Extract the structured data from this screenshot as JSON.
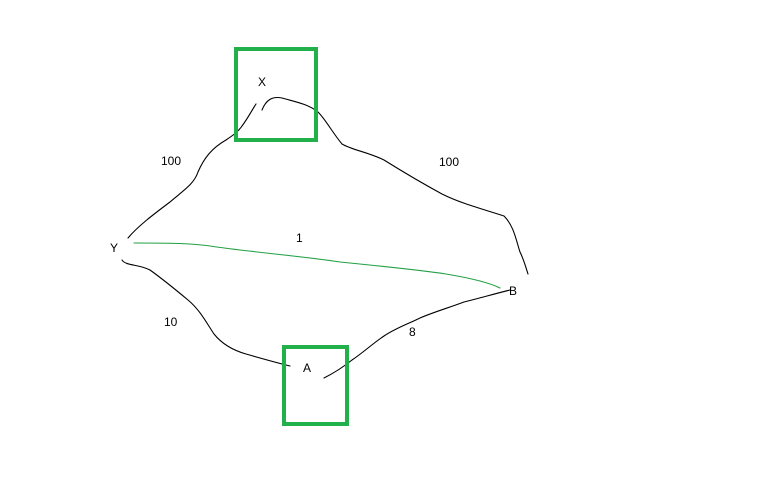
{
  "colors": {
    "background": "#ffffff",
    "edge": "#000000",
    "highlight_edge": "#22a045",
    "highlight_box": "#22b04b"
  },
  "nodes": {
    "x": "X",
    "y": "Y",
    "a": "A",
    "b": "B"
  },
  "edges": {
    "y_x": "100",
    "x_b": "100",
    "y_b": "1",
    "y_a": "10",
    "a_b": "8"
  }
}
